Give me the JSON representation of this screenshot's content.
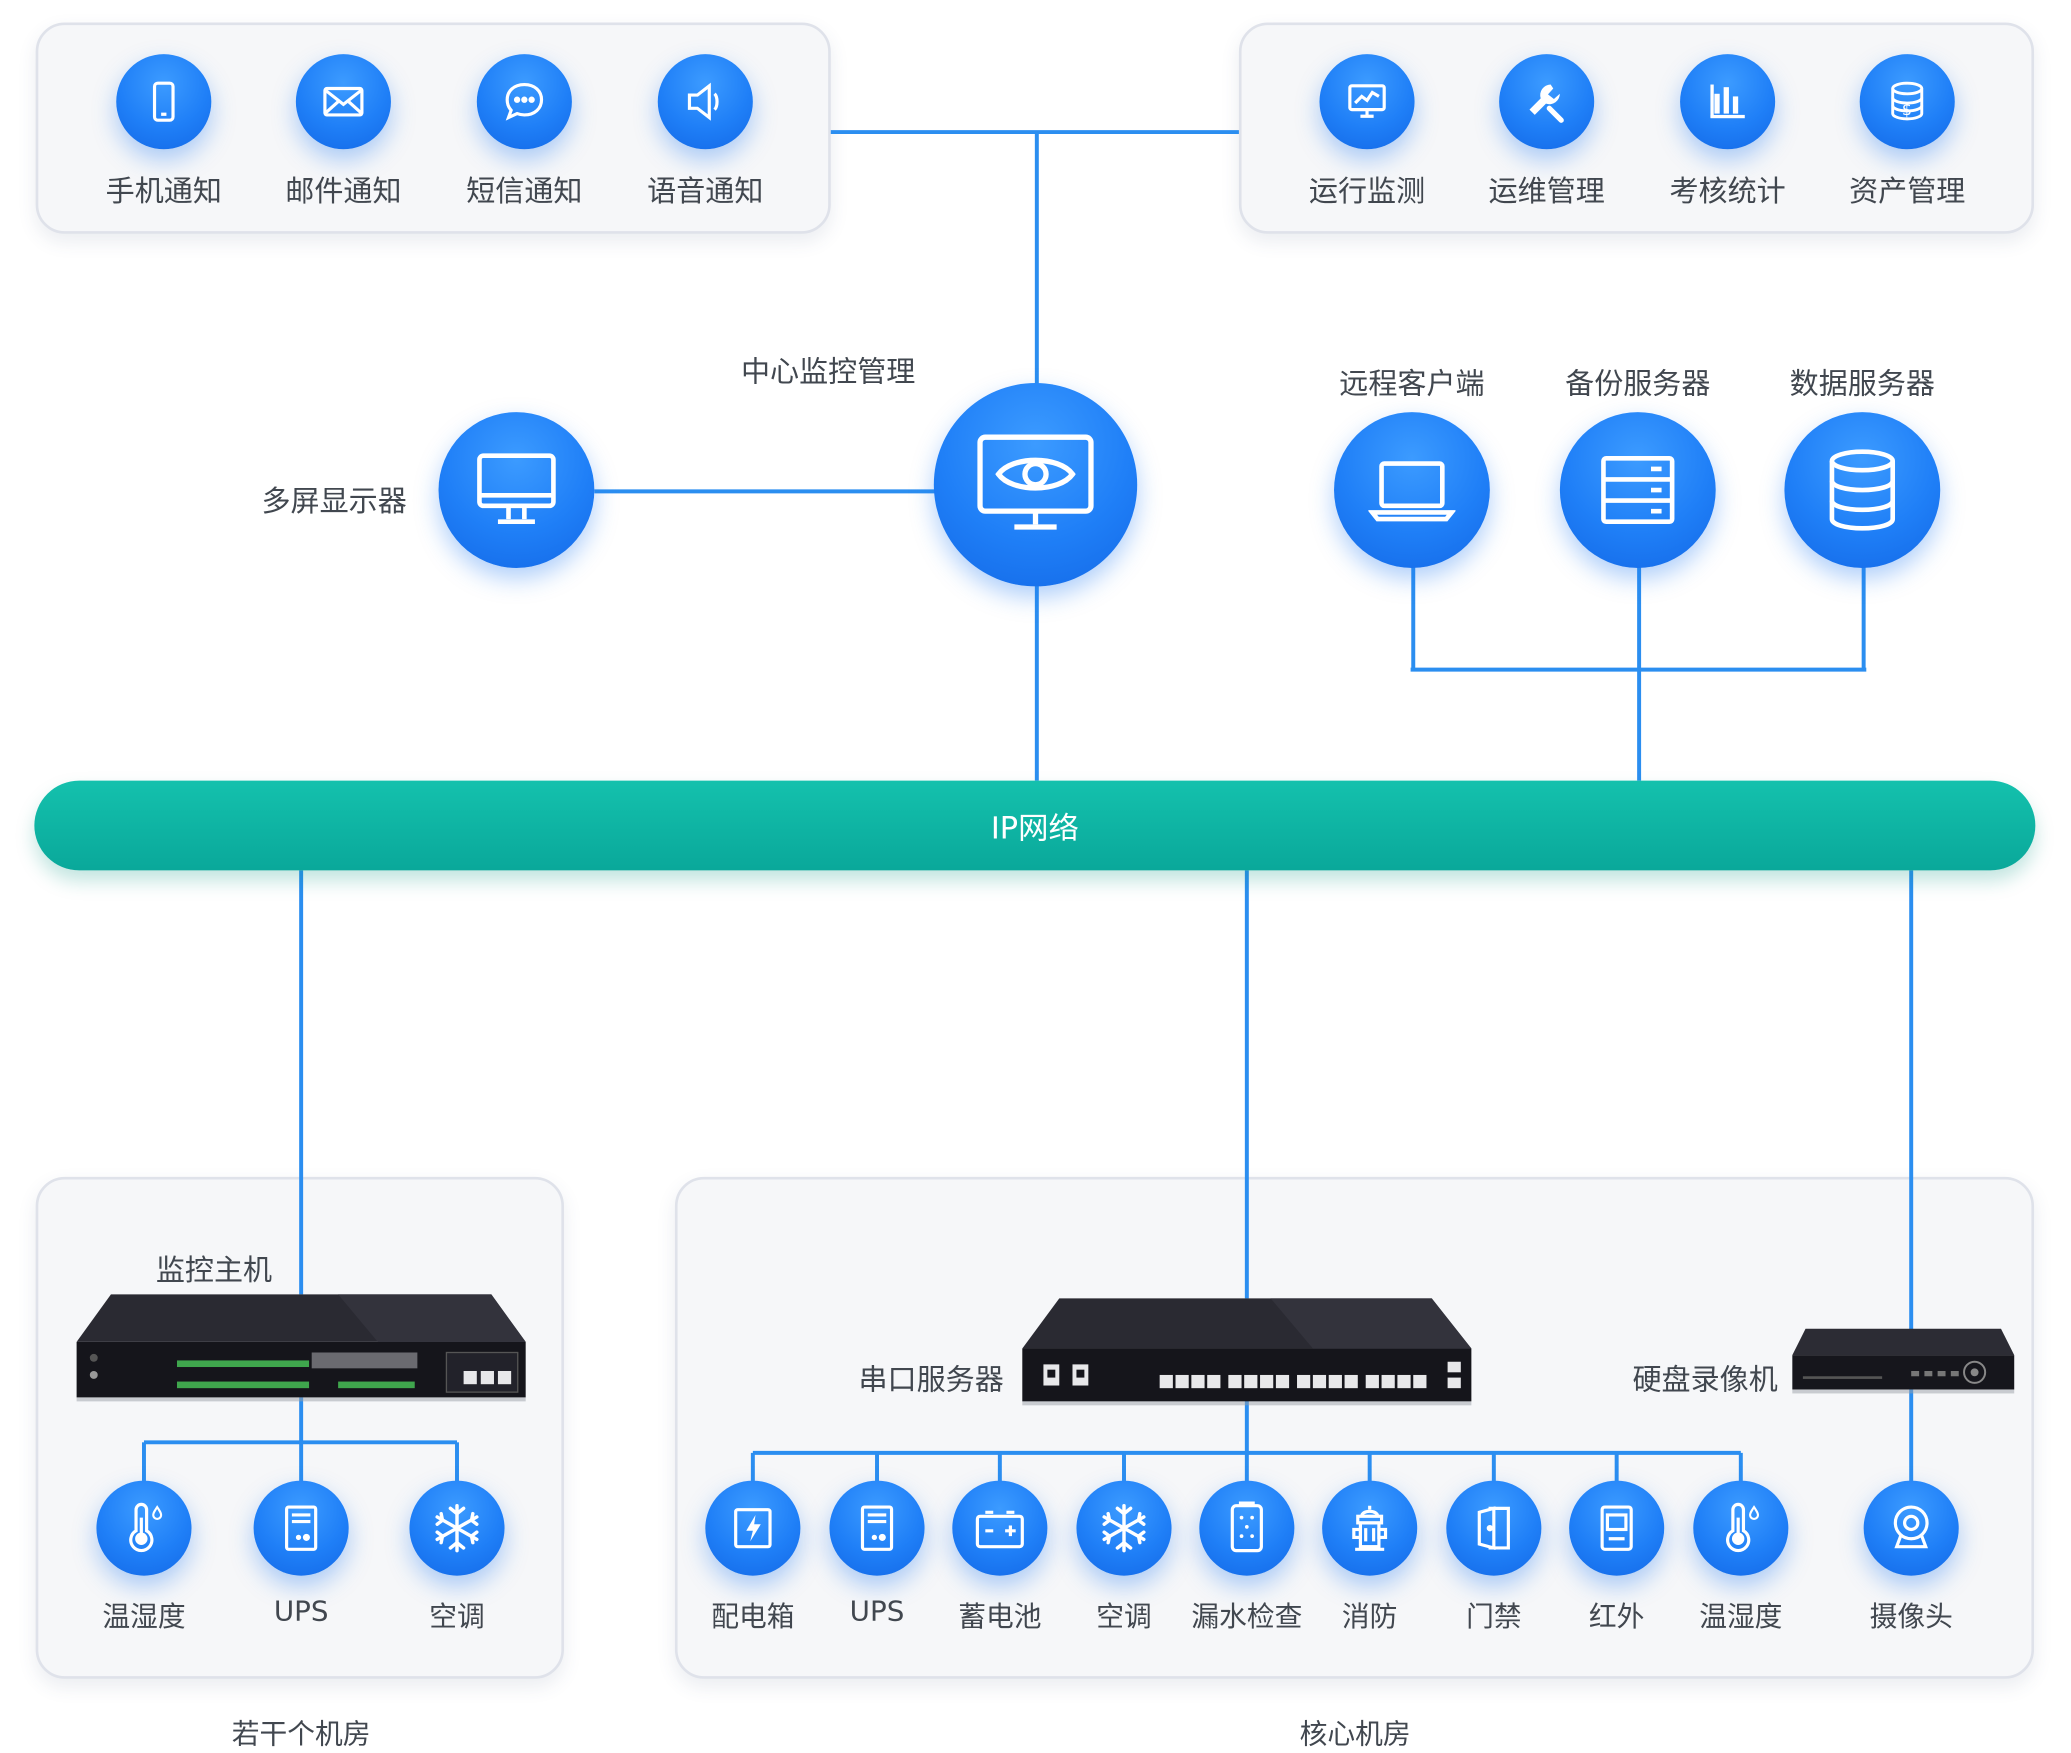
{
  "notifications": {
    "items": [
      {
        "label": "手机通知",
        "icon": "phone-icon"
      },
      {
        "label": "邮件通知",
        "icon": "mail-icon"
      },
      {
        "label": "短信通知",
        "icon": "chat-icon"
      },
      {
        "label": "语音通知",
        "icon": "speaker-icon"
      }
    ]
  },
  "management": {
    "items": [
      {
        "label": "运行监测",
        "icon": "monitor-chart-icon"
      },
      {
        "label": "运维管理",
        "icon": "wrench-icon"
      },
      {
        "label": "考核统计",
        "icon": "bar-chart-icon"
      },
      {
        "label": "资产管理",
        "icon": "money-stack-icon"
      }
    ]
  },
  "center": {
    "label": "中心监控管理",
    "icon": "eye-monitor-icon"
  },
  "multiscreen": {
    "label": "多屏显示器",
    "icon": "desktop-monitor-icon"
  },
  "servers": [
    {
      "label": "远程客户端",
      "icon": "laptop-icon"
    },
    {
      "label": "备份服务器",
      "icon": "server-rack-icon"
    },
    {
      "label": "数据服务器",
      "icon": "database-icon"
    }
  ],
  "network": {
    "label": "IP网络"
  },
  "room_left": {
    "host_label": "监控主机",
    "title": "若干个机房",
    "items": [
      {
        "label": "温湿度",
        "icon": "thermometer-icon"
      },
      {
        "label": "UPS",
        "icon": "ups-icon"
      },
      {
        "label": "空调",
        "icon": "snowflake-icon"
      }
    ]
  },
  "room_core": {
    "serial_label": "串口服务器",
    "nvr_label": "硬盘录像机",
    "title": "核心机房",
    "items": [
      {
        "label": "配电箱",
        "icon": "power-box-icon"
      },
      {
        "label": "UPS",
        "icon": "ups-icon"
      },
      {
        "label": "蓄电池",
        "icon": "battery-icon"
      },
      {
        "label": "空调",
        "icon": "snowflake-icon"
      },
      {
        "label": "漏水检查",
        "icon": "leak-sensor-icon"
      },
      {
        "label": "消防",
        "icon": "fire-hydrant-icon"
      },
      {
        "label": "门禁",
        "icon": "door-icon"
      },
      {
        "label": "红外",
        "icon": "infrared-icon"
      },
      {
        "label": "温湿度",
        "icon": "thermometer-icon"
      }
    ],
    "camera": {
      "label": "摄像头",
      "icon": "camera-icon"
    }
  },
  "colors": {
    "accent_blue": "#1f7ff7",
    "line_blue": "#2b8ef0",
    "bus_teal": "#0fb5a3",
    "panel_border": "#dfe2ea"
  }
}
